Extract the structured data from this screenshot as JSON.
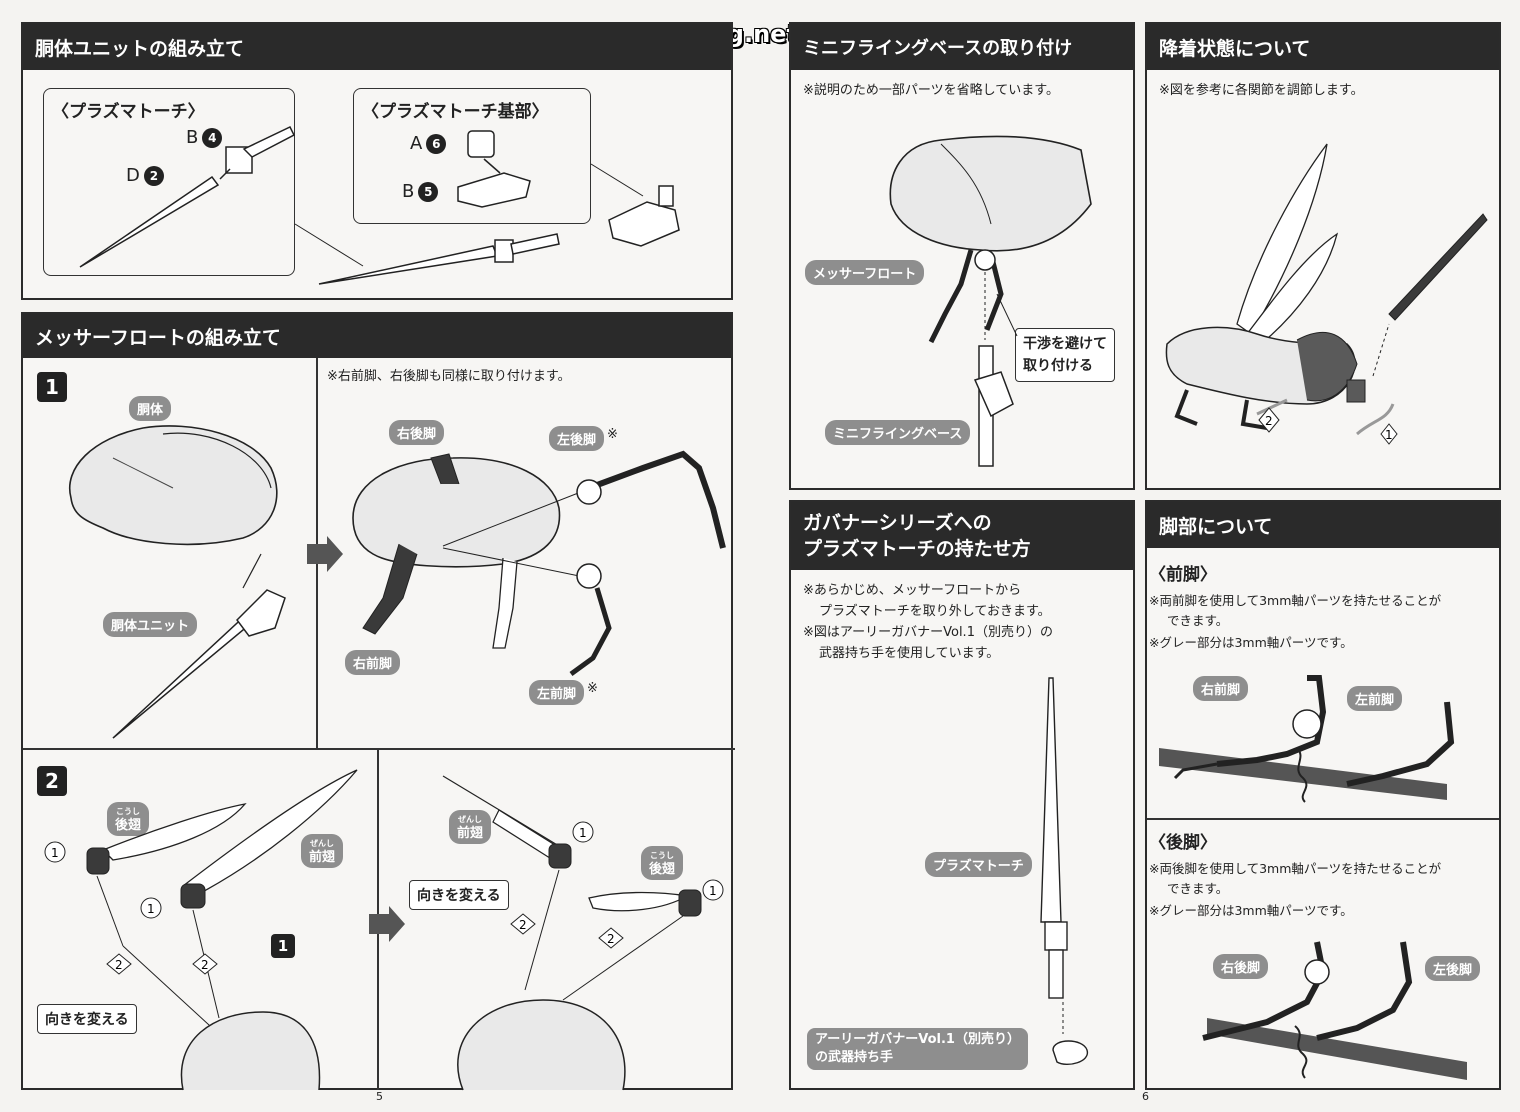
{
  "watermark": "Scanned by Dalong.net",
  "left_page": {
    "page_number": "5",
    "torso": {
      "title": "胴体ユニットの組み立て",
      "box1": {
        "title": "〈プラズマトーチ〉",
        "part_b": "B",
        "part_b_num": "4",
        "part_d": "D",
        "part_d_num": "2"
      },
      "box2": {
        "title": "〈プラズマトーチ基部〉",
        "part_a": "A",
        "part_a_num": "6",
        "part_b": "B",
        "part_b_num": "5"
      }
    },
    "messer": {
      "title": "メッサーフロートの組み立て",
      "step1": {
        "number": "1",
        "note": "※右前脚、右後脚も同様に取り付けます。",
        "labels": {
          "body": "胴体",
          "torso_unit": "胴体ユニット",
          "right_rear": "右後脚",
          "left_rear": "左後脚",
          "right_front": "右前脚",
          "left_front": "左前脚"
        },
        "mark": "※"
      },
      "step2": {
        "number": "2",
        "rear_wing_ruby": "こうし",
        "rear_wing": "後翅",
        "front_wing_ruby": "ぜんし",
        "front_wing": "前翅",
        "turn_label": "向きを変える",
        "ref_step": "1",
        "circle1": "1",
        "circle2": "2"
      }
    }
  },
  "right_page": {
    "page_number": "6",
    "mini_base": {
      "title": "ミニフライングベースの取り付け",
      "note": "※説明のため一部パーツを省略しています。",
      "label_messer": "メッサーフロート",
      "callout_line1": "干渉を避けて",
      "callout_line2": "取り付ける",
      "label_base": "ミニフライングベース"
    },
    "landing": {
      "title": "降着状態について",
      "note": "※図を参考に各関節を調節します。",
      "circle1": "1",
      "circle2": "2"
    },
    "governor": {
      "title_line1": "ガバナーシリーズへの",
      "title_line2": "プラズマトーチの持たせ方",
      "note_line1": "※あらかじめ、メッサーフロートから",
      "note_line2": "プラズマトーチを取り外しておきます。",
      "note_line3": "※図はアーリーガバナーVol.1（別売り）の",
      "note_line4": "武器持ち手を使用しています。",
      "label_torch": "プラズマトーチ",
      "label_hand_line1": "アーリーガバナーVol.1（別売り）",
      "label_hand_line2": "の武器持ち手"
    },
    "legs": {
      "title": "脚部について",
      "front": {
        "title": "〈前脚〉",
        "note_line1": "※両前脚を使用して3mm軸パーツを持たせることが",
        "note_line2": "できます。",
        "note_line3": "※グレー部分は3mm軸パーツです。",
        "label_right": "右前脚",
        "label_left": "左前脚"
      },
      "rear": {
        "title": "〈後脚〉",
        "note_line1": "※両後脚を使用して3mm軸パーツを持たせることが",
        "note_line2": "できます。",
        "note_line3": "※グレー部分は3mm軸パーツです。",
        "label_right": "右後脚",
        "label_left": "左後脚"
      }
    }
  }
}
